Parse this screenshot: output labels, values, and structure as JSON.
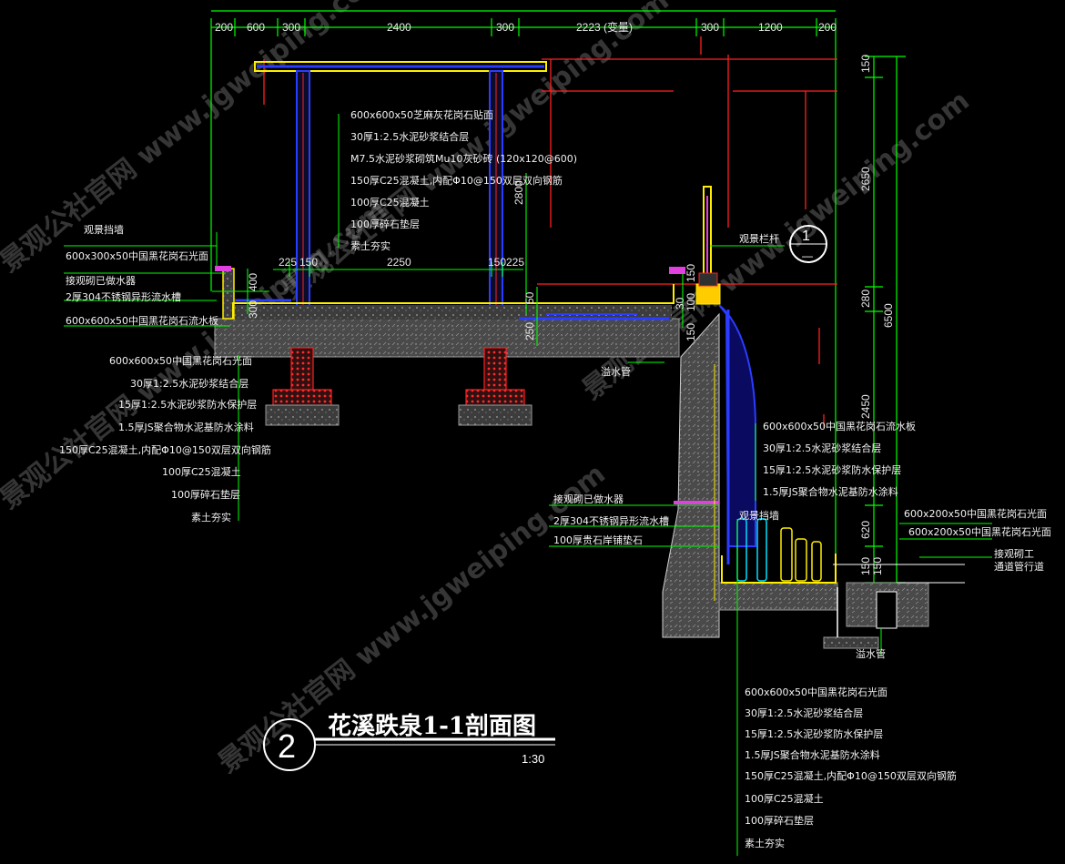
{
  "top_dimensions": [
    "200",
    "600",
    "300",
    "2400",
    "300",
    "2223 (变量)",
    "300",
    "1200",
    "200"
  ],
  "inner_dimensions": [
    "225",
    "150",
    "2250",
    "150",
    "225"
  ],
  "right_dimensions": [
    "150",
    "2650",
    "280",
    "6500",
    "2450",
    "620",
    "150",
    "150"
  ],
  "small_dimensions": [
    "400",
    "300",
    "2800",
    "50",
    "250",
    "150",
    "30",
    "100",
    "150"
  ],
  "pergola_legend": [
    "600x600x50芝麻灰花岗石贴面",
    "30厚1:2.5水泥砂浆结合层",
    "M7.5水泥砂浆砌筑Mu10灰砂砖 (120x120@600)",
    "150厚C25混凝土,内配Φ10@150双层双向钢筋",
    "100厚C25混凝土",
    "100厚碎石垫层",
    "素土夯实"
  ],
  "left_callouts": [
    "观景挡墙",
    "600x300x50中国黑花岗石光面",
    "接观砌已做水器",
    "2厚304不锈钢异形流水槽",
    "600x600x50中国黑花岗石流水板"
  ],
  "left_legend": [
    "600x600x50中国黑花岗石光面",
    "30厚1:2.5水泥砂浆结合层",
    "15厚1:2.5水泥砂浆防水保护层",
    "1.5厚JS聚合物水泥基防水涂料",
    "150厚C25混凝土,内配Φ10@150双层双向钢筋",
    "100厚C25混凝土",
    "100厚碎石垫层",
    "素土夯实"
  ],
  "middle_callouts": [
    "溢水管",
    "观景栏杆",
    "观景挡墙"
  ],
  "right_wall_legend": [
    "600x600x50中国黑花岗石流水板",
    "30厚1:2.5水泥砂浆结合层",
    "15厚1:2.5水泥砂浆防水保护层",
    "1.5厚JS聚合物水泥基防水涂料"
  ],
  "lower_left_callouts": [
    "接观砌已做水器",
    "2厚304不锈钢异形流水槽",
    "100厚贵石岸铺垫石"
  ],
  "right_callouts": [
    "600x200x50中国黑花岗石光面",
    "600x200x50中国黑花岗石光面",
    "接观砌工",
    "通道管行道",
    "溢水管"
  ],
  "bottom_legend": [
    "600x600x50中国黑花岗石光面",
    "30厚1:2.5水泥砂浆结合层",
    "15厚1:2.5水泥砂浆防水保护层",
    "1.5厚JS聚合物水泥基防水涂料",
    "150厚C25混凝土,内配Φ10@150双层双向钢筋",
    "100厚C25混凝土",
    "100厚碎石垫层",
    "素土夯实"
  ],
  "section_tag": {
    "number": "1",
    "dash": "—"
  },
  "title": {
    "number": "2",
    "text": "花溪跌泉1-1剖面图",
    "scale": "1:30"
  },
  "watermarks": [
    "景观公社官网 www.jgweiping.com",
    "景观公社官网 www.jgweiping.com",
    "景观公社官网 www.jgweiping.com",
    "景观公社官网 www.jgweiping.com",
    "景观公社官网 www.jgweiping.com"
  ],
  "colors": {
    "dimension": "#00ff00",
    "red": "#ff2020",
    "yellow": "#ffee00",
    "blue": "#2a3cff",
    "magenta": "#e040e0",
    "fill": "#5a5a5a"
  }
}
